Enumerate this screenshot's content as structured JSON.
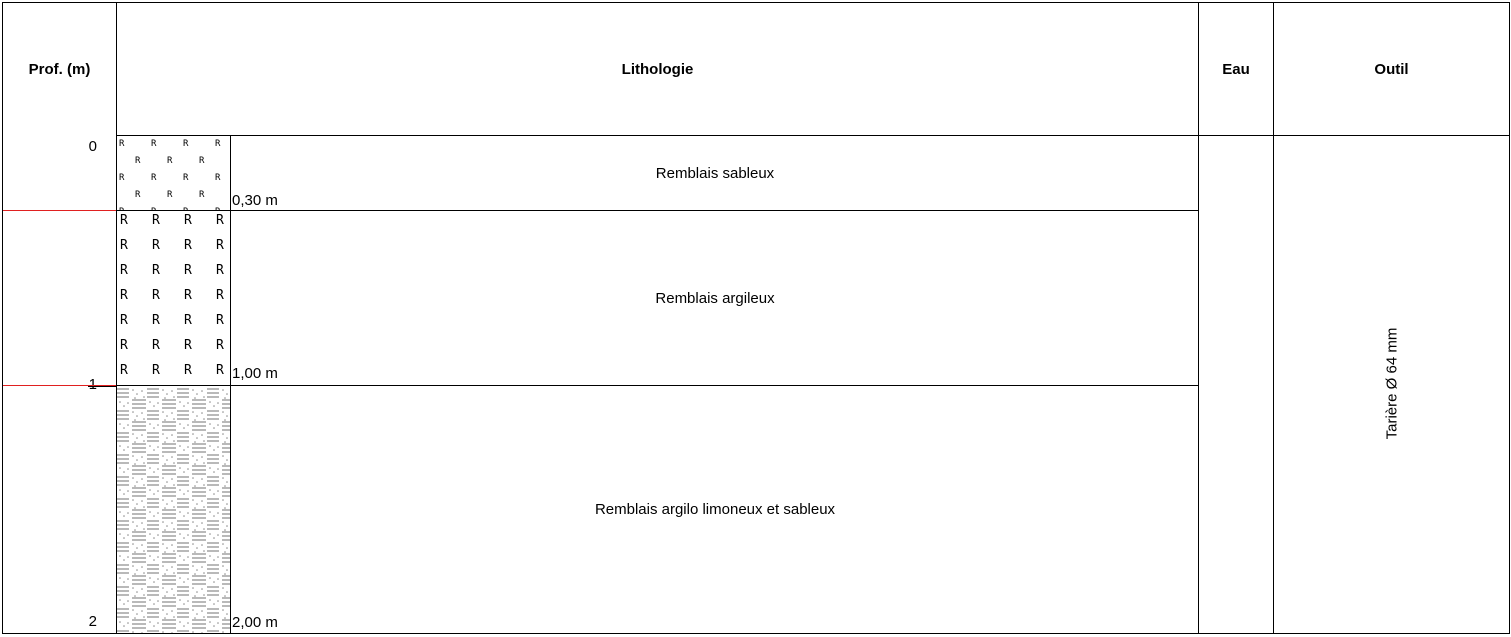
{
  "header": {
    "depth": "Prof. (m)",
    "lithology": "Lithologie",
    "water": "Eau",
    "tool": "Outil"
  },
  "depth_ticks": [
    "0",
    "1",
    "2"
  ],
  "layers": [
    {
      "description": "Remblais sableux",
      "bottom": "0,30 m",
      "pattern": "R-sparse"
    },
    {
      "description": "Remblais argileux",
      "bottom": "1,00 m",
      "pattern": "R-dense"
    },
    {
      "description": "Remblais argilo limoneux et sableux",
      "bottom": "2,00 m",
      "pattern": "clay-silt-sand"
    }
  ],
  "tool": {
    "label": "Tarière Ø 64 mm"
  },
  "colors": {
    "grid": "#000000",
    "marker_line": "#e02020",
    "pattern_gray": "#8a8a8a"
  }
}
